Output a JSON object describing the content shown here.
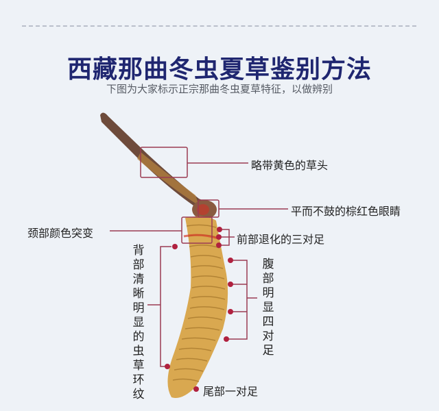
{
  "header": {
    "title": "西藏那曲冬虫夏草鉴别方法",
    "subtitle": "下图为大家标示正宗那曲冬虫夏草特征，以做辨别"
  },
  "labels": {
    "head": "略带黄色的草头",
    "eyes": "平而不鼓的棕红色眼睛",
    "neck": "颈部颜色突变",
    "front_legs": "前部退化的三对足",
    "back_rings": "背部清晰明显的虫草环纹",
    "abdomen_legs": "腹部明显四对足",
    "tail_legs": "尾部一对足"
  },
  "colors": {
    "title": "#1f2670",
    "line": "#9a3b52",
    "dot": "#b0213f",
    "body": "#d9a850",
    "stalk": "#6b4a3a"
  }
}
